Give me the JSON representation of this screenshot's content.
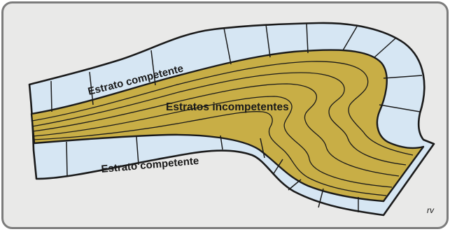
{
  "labels": {
    "upper_layer": "Estrato competente",
    "middle_layer": "Estratos incompetentes",
    "lower_layer": "Estrato competente",
    "signature": "rv"
  },
  "colors": {
    "background": "#e9e9e8",
    "frame": "#7c7c7c",
    "competent_fill": "#d6e6f3",
    "incompetent_fill": "#c8ae46",
    "line": "#1a1a1a"
  }
}
